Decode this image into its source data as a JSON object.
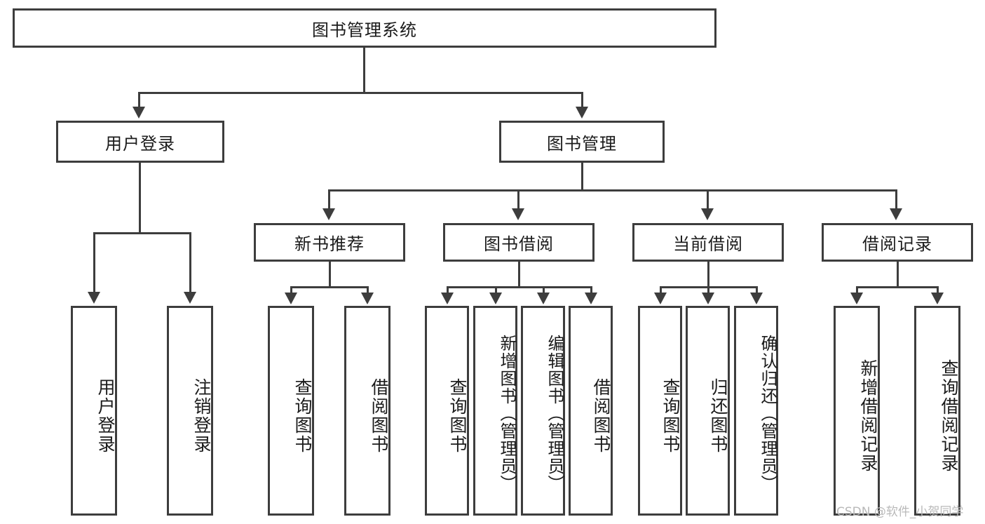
{
  "diagram": {
    "type": "tree",
    "title": "图书管理系统",
    "root": {
      "label": "图书管理系统"
    },
    "level1": [
      {
        "label": "用户登录"
      },
      {
        "label": "图书管理"
      }
    ],
    "level2": [
      {
        "label": "新书推荐"
      },
      {
        "label": "图书借阅"
      },
      {
        "label": "当前借阅"
      },
      {
        "label": "借阅记录"
      }
    ],
    "leaves_user_login": [
      {
        "label": "用户登录"
      },
      {
        "label": "注销登录"
      }
    ],
    "leaves_new_book": [
      {
        "label": "查询图书"
      },
      {
        "label": "借阅图书"
      }
    ],
    "leaves_borrow": [
      {
        "label": "查询图书"
      },
      {
        "label": "新增图书（管理员）"
      },
      {
        "label": "编辑图书（管理员）"
      },
      {
        "label": "借阅图书"
      }
    ],
    "leaves_current": [
      {
        "label": "查询图书"
      },
      {
        "label": "归还图书"
      },
      {
        "label": "确认归还（管理员）"
      }
    ],
    "leaves_record": [
      {
        "label": "新增借阅记录"
      },
      {
        "label": "查询借阅记录"
      }
    ]
  },
  "watermark": {
    "text": "CSDN @软件_小贺同学"
  },
  "colors": {
    "border": "#3d3d3d",
    "background": "#ffffff",
    "text": "#1b1b1b",
    "watermark": "#b9b9b9"
  }
}
